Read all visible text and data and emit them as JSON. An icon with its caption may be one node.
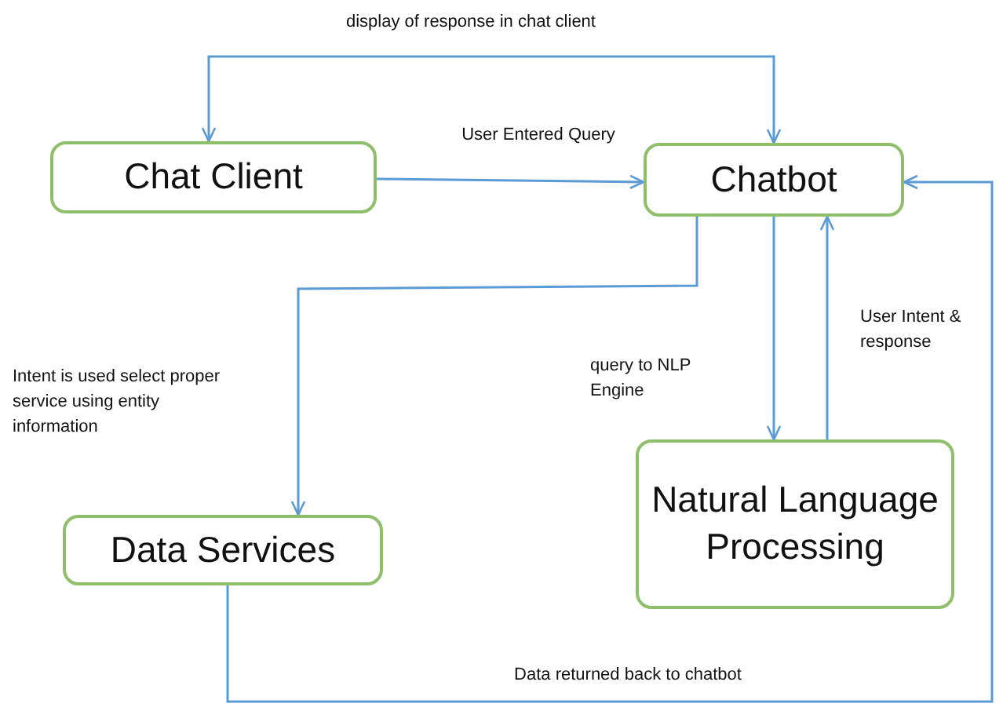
{
  "diagram": {
    "nodes": [
      {
        "text": [
          "Chat Client"
        ]
      },
      {
        "text": [
          "Chatbot"
        ]
      },
      {
        "text": [
          "Natural Language Processing"
        ]
      },
      {
        "text": [
          "Data Services"
        ]
      }
    ],
    "edges": [
      {
        "from": 1,
        "to": 0,
        "arrow": "both",
        "label": "display of response in chat client"
      },
      {
        "from": 0,
        "to": 1,
        "arrow": "to",
        "label": "User Entered Query"
      },
      {
        "from": 1,
        "to": 3,
        "arrow": "to",
        "label": "Intent is used select proper service using entity information"
      },
      {
        "from": 1,
        "to": 2,
        "arrow": "to",
        "label": "query to NLP Engine"
      },
      {
        "from": 2,
        "to": 1,
        "arrow": "to",
        "label": "User Intent & response"
      },
      {
        "from": 3,
        "to": 1,
        "arrow": "to",
        "label": "Data returned back to chatbot"
      }
    ]
  }
}
